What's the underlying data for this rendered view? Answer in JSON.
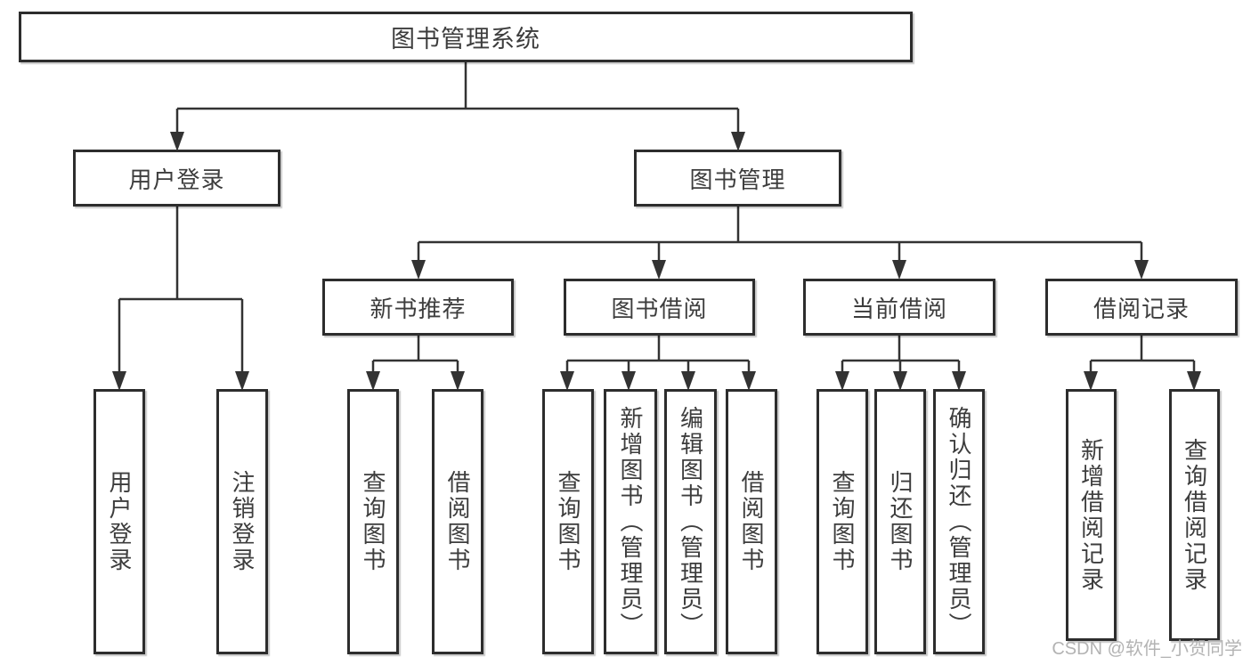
{
  "root": {
    "label": "图书管理系统"
  },
  "level2": [
    {
      "label": "用户登录"
    },
    {
      "label": "图书管理"
    }
  ],
  "level3": [
    {
      "label": "新书推荐"
    },
    {
      "label": "图书借阅"
    },
    {
      "label": "当前借阅"
    },
    {
      "label": "借阅记录"
    }
  ],
  "leaves": {
    "user_login": [
      {
        "label": "用户登录"
      },
      {
        "label": "注销登录"
      }
    ],
    "new_books": [
      {
        "label": "查询图书"
      },
      {
        "label": "借阅图书"
      }
    ],
    "book_borrow": [
      {
        "label": "查询图书"
      },
      {
        "label": "新增图书（管理员）"
      },
      {
        "label": "编辑图书（管理员）"
      },
      {
        "label": "借阅图书"
      }
    ],
    "current_borrow": [
      {
        "label": "查询图书"
      },
      {
        "label": "归还图书"
      },
      {
        "label": "确认归还（管理员）"
      }
    ],
    "borrow_records": [
      {
        "label": "新增借阅记录"
      },
      {
        "label": "查询借阅记录"
      }
    ]
  },
  "watermark": {
    "text": "CSDN @软件_小贺同学"
  },
  "colors": {
    "background": "#ffffff",
    "line": "#333333",
    "border": "#2d2d2d",
    "text": "#3d3d3d",
    "watermark": "#b3b3b3"
  }
}
